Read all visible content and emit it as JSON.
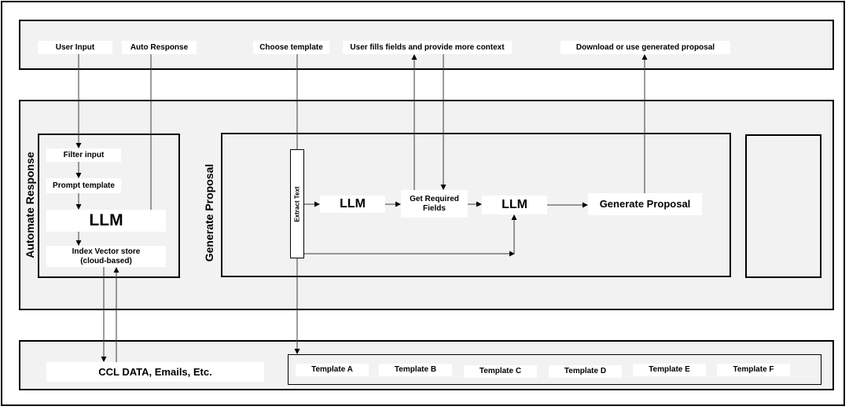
{
  "top_band": {
    "user_input": "User Input",
    "auto_response": "Auto Response",
    "choose_template": "Choose template",
    "user_fills": "User fills fields and provide more context",
    "download": "Download or use generated proposal"
  },
  "automate": {
    "title": "Automate Response",
    "filter_input": "Filter input",
    "prompt_template": "Prompt template",
    "llm": "LLM",
    "index_store_line1": "Index Vector store",
    "index_store_line2": "(cloud-based)"
  },
  "generate": {
    "title": "Generate Proposal",
    "extract_text": "Extract Text",
    "llm1": "LLM",
    "get_fields_line1": "Get Required",
    "get_fields_line2": "Fields",
    "llm2": "LLM",
    "generate_proposal": "Generate Proposal"
  },
  "bottom_band": {
    "data": "CCL DATA, Emails, Etc.",
    "templates": [
      "Template A",
      "Template B",
      "Template C",
      "Template D",
      "Template E",
      "Template F"
    ]
  }
}
